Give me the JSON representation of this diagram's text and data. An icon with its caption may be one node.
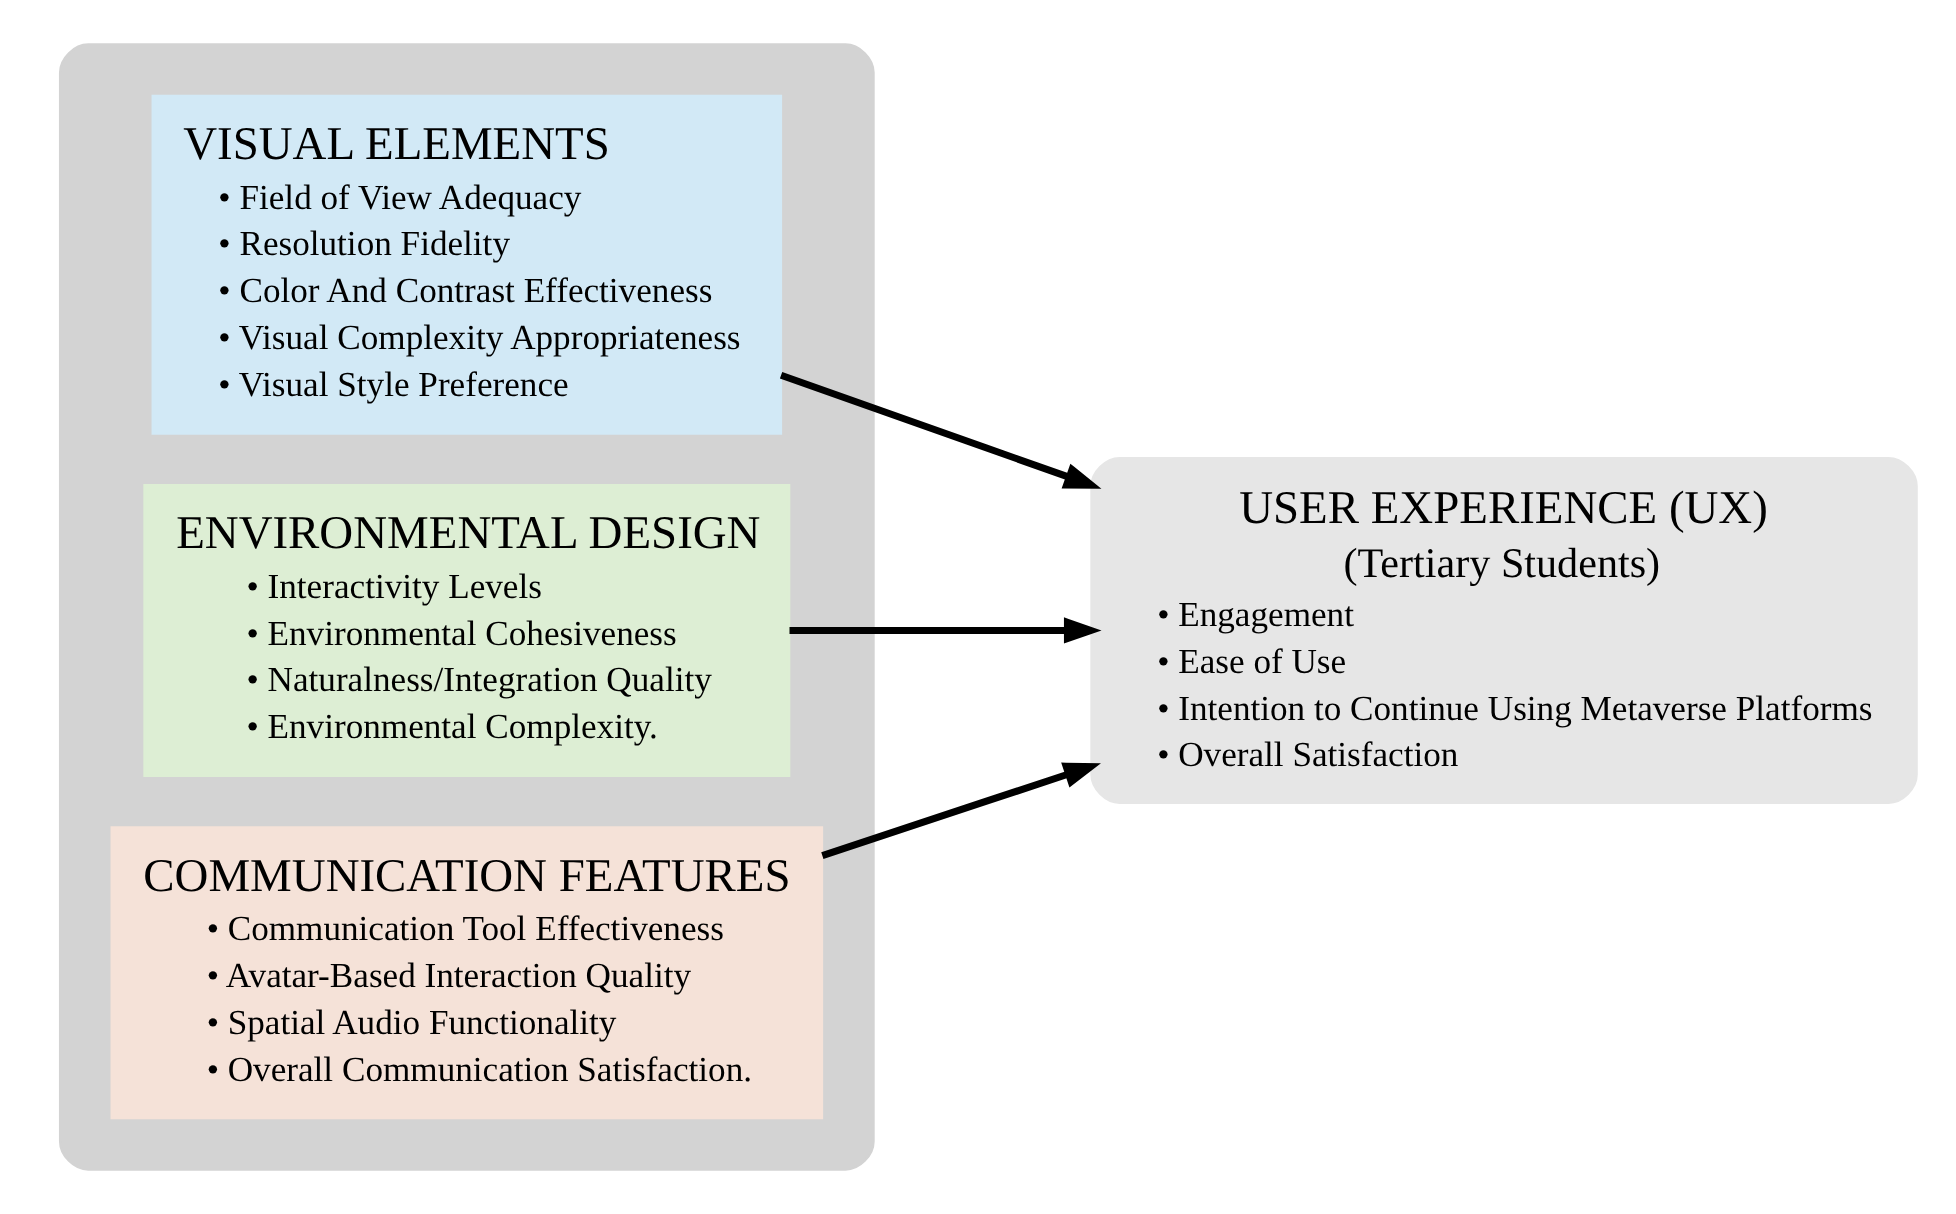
{
  "diagram": {
    "nodes": [
      {
        "text": [],
        "shape": "box"
      },
      {
        "text": [
          "VISUAL ELEMENTS",
          "• Field of View Adequacy",
          "• Resolution Fidelity",
          "• Color And Contrast Effectiveness",
          "• Visual Complexity Appropriateness",
          "• Visual Style Preference"
        ],
        "in": 0
      },
      {
        "text": [
          "ENVIRONMENTAL DESIGN",
          "• Interactivity Levels",
          "• Environmental Cohesiveness",
          "• Naturalness/Integration Quality",
          "• Environmental Complexity."
        ],
        "in": 0
      },
      {
        "text": [
          "COMMUNICATION FEATURES",
          "• Communication Tool Effectiveness",
          "• Avatar-Based Interaction Quality",
          "• Spatial Audio Functionality",
          "• Overall Communication Satisfaction."
        ],
        "in": 0
      },
      {
        "text": [
          "USER EXPERIENCE (UX)",
          "(Tertiary Students)",
          "• Engagement",
          "• Ease of Use",
          "• Intention to Continue Using Metaverse Platforms",
          "• Overall Satisfaction"
        ]
      }
    ],
    "edges": [
      {
        "from": 1,
        "to": 4,
        "arrow": "to"
      },
      {
        "from": 2,
        "to": 4,
        "arrow": "to"
      },
      {
        "from": 3,
        "to": 4,
        "arrow": "to"
      }
    ]
  }
}
